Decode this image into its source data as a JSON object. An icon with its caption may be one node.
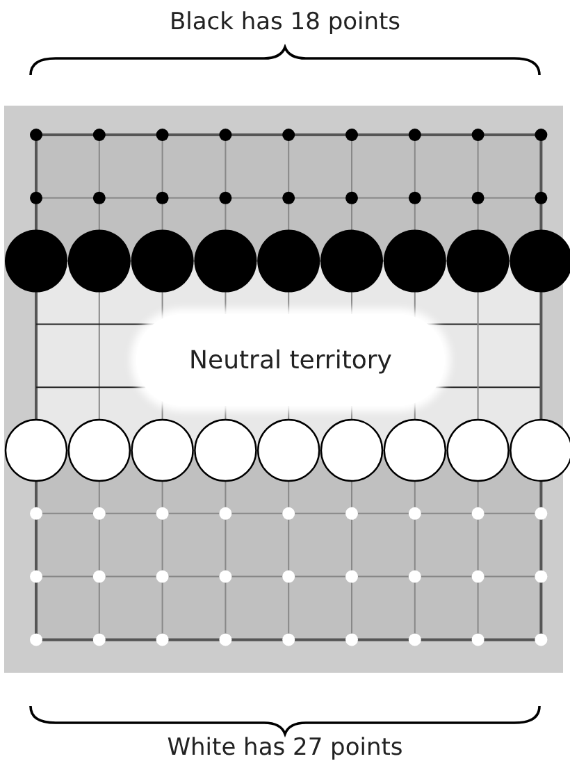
{
  "diagram": {
    "nodes": [
      {
        "text": [
          "Neutral territory"
        ]
      }
    ],
    "labels": [
      "Black has 18 points",
      "White has 27 points"
    ]
  }
}
